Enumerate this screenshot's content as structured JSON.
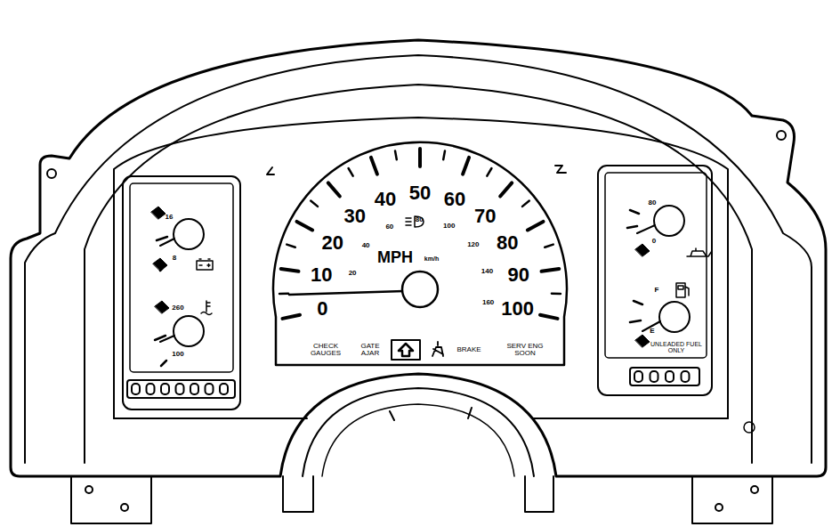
{
  "diagram": {
    "labels": [
      "16",
      "8",
      "260",
      "100",
      "0",
      "10",
      "20",
      "30",
      "40",
      "50",
      "60",
      "70",
      "80",
      "90",
      "100",
      "MPH",
      "km/h",
      "20",
      "40",
      "60",
      "80",
      "100",
      "120",
      "140",
      "160",
      "CHECK GAUGES",
      "GATE AJAR",
      "BRAKE",
      "SERV ENG SOON",
      "80",
      "0",
      "F",
      "E",
      "UNLEADED FUEL ONLY"
    ]
  }
}
